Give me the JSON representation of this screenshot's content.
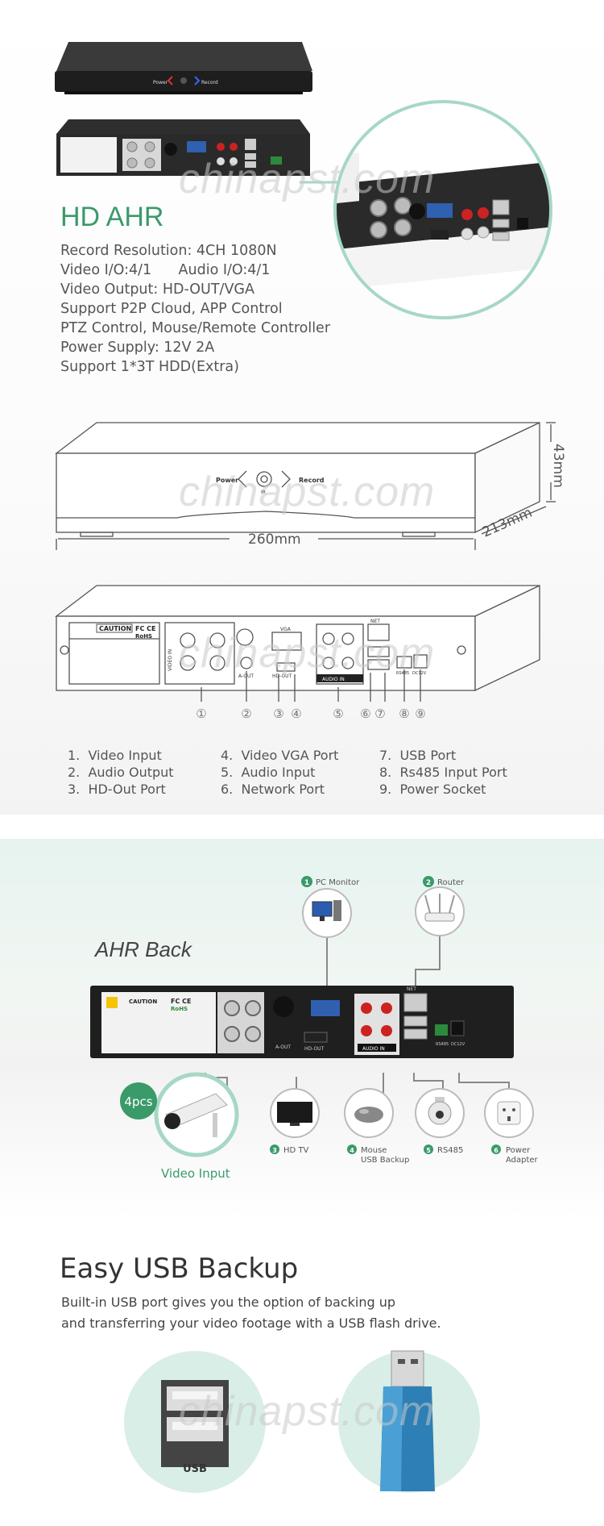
{
  "watermark": "chinapst.com",
  "product": {
    "title": "HD AHR",
    "specs": [
      "Record Resolution: 4CH 1080N",
      "Video I/O:4/1      Audio I/O:4/1",
      "Video Output: HD-OUT/VGA",
      "Support P2P Cloud, APP Control",
      "PTZ Control, Mouse/Remote Controller",
      "Power Supply: 12V 2A",
      "Support 1*3T HDD(Extra)"
    ]
  },
  "front_panel": {
    "power_label": "Power",
    "record_label": "Record",
    "ir_label": "IR"
  },
  "dimensions": {
    "width": "260mm",
    "depth": "213mm",
    "height": "43mm"
  },
  "rear_panel": {
    "caution": "CAUTION",
    "fc": "FC CE",
    "rohs": "RoHS",
    "video_in": "VIDEO IN",
    "a_out": "A-OUT",
    "hd_out": "HD-OUT",
    "vga": "VGA",
    "audio_in": "AUDIO IN",
    "net": "NET",
    "rs485": "RS485",
    "dc12v": "DC12V",
    "callouts": [
      "①",
      "②",
      "③",
      "④",
      "⑤",
      "⑥",
      "⑦",
      "⑧",
      "⑨"
    ]
  },
  "legend": [
    [
      "1.  Video Input",
      "2.  Audio Output",
      "3.  HD-Out Port"
    ],
    [
      "4.  Video VGA Port",
      "5.  Audio Input",
      "6.  Network Port"
    ],
    [
      "7.  USB Port",
      "8.  Rs485 Input Port",
      "9.  Power Socket"
    ]
  ],
  "connections": {
    "title": "AHR Back",
    "items": [
      {
        "num": "1",
        "label": "PC Monitor"
      },
      {
        "num": "2",
        "label": "Router"
      },
      {
        "num": "3",
        "label": "HD TV"
      },
      {
        "num": "4",
        "label": "Mouse\nUSB Backup",
        "line1": "Mouse",
        "line2": "USB Backup"
      },
      {
        "num": "5",
        "label": "RS485"
      },
      {
        "num": "6",
        "label": "Power\nAdapter",
        "line1": "Power",
        "line2": "Adapter"
      }
    ],
    "camera_count": "4pcs",
    "video_input": "Video Input"
  },
  "usb": {
    "title": "Easy USB Backup",
    "desc": [
      "Built-in USB port gives you the option of backing up",
      "and transferring your video footage with a USB flash drive."
    ],
    "usb_label": "USB"
  },
  "colors": {
    "accent_green": "#3a9a6a",
    "mint": "#d8eee6",
    "dark_device": "#2a2a2a"
  }
}
